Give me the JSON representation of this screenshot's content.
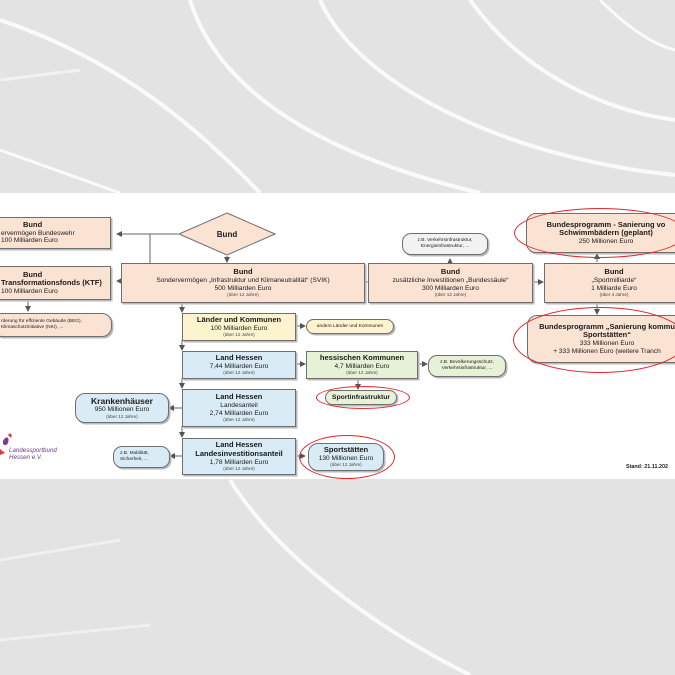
{
  "colors": {
    "peach": "#fbe3d3",
    "yellow": "#fcf3cf",
    "blue": "#d9ebf4",
    "green": "#e6f1d7",
    "highlight_red": "#e3262d"
  },
  "diagram": {
    "top": {
      "title": "Bund"
    },
    "svik": {
      "title": "Bund",
      "name": "Sondervermögen „Infrastruktur und Klimaneutralität“ (SVIK)",
      "amount": "500 Milliarden Euro",
      "period": "(über 12 Jahre)"
    },
    "bundeswehr": {
      "title": "Bund",
      "name": "ervermögen Bundeswehr",
      "amount": "100 Milliarden Euro"
    },
    "ktf": {
      "title": "Bund",
      "name": "Transformationsfonds (KTF)",
      "amount": "100 Milliarden Euro"
    },
    "ktf_note": {
      "line1": "rderung für effiziente Gebäude (BEG),",
      "line2": "Klimaschutzinitiative (NKI), ..."
    },
    "bundessaeule": {
      "title": "Bund",
      "name": "zusätzliche Investitionen „Bundessäule“",
      "amount": "300 Milliarden Euro",
      "period": "(über 12 Jahre)"
    },
    "bundessaeule_note": {
      "line1": "z.B. Verkehrsinfrastruktur,",
      "line2": "Energieinfrastruktur, ..."
    },
    "sportmilliarde": {
      "title": "Bund",
      "name": "„Sportmilliarde“",
      "amount": "1 Milliarde Euro",
      "period": "(über 4 Jahre)"
    },
    "schwimmbaeder": {
      "line1": "Bundesprogramm - Sanierung vo",
      "line2": "Schwimmbädern (geplant)",
      "amount": "250 Millionen Euro"
    },
    "sportstaetten_bund": {
      "line1": "Bundesprogramm „Sanierung kommu",
      "line2": "Sportstätten“",
      "amount": "333 Millionen Euro",
      "extra": "+ 333 Millionen Euro (weitere Tranch"
    },
    "laender": {
      "title": "Länder und Kommunen",
      "amount": "100 Milliarden Euro",
      "period": "(über 12 Jahre)"
    },
    "laender_note": {
      "text": "andere Länder und Kommunen"
    },
    "land_hessen": {
      "title": "Land Hessen",
      "amount": "7,44 Milliarden Euro",
      "period": "(über 12 Jahre)"
    },
    "kommunen": {
      "title": "hessischen Kommunen",
      "amount": "4,7 Milliarden Euro",
      "period": "(über 12 Jahre)"
    },
    "kommunen_note": {
      "line1": "z.B. Bevölkerungsschutz,",
      "line2": "Verkehrsinfrastruktur, ..."
    },
    "sportinfrastruktur": {
      "title": "Sportinfrastruktur"
    },
    "landesanteil": {
      "title": "Land Hessen",
      "name": "Landesanteil",
      "amount": "2,74 Milliarden Euro",
      "period": "(über 12 Jahre)"
    },
    "krankenhaeuser": {
      "title": "Krankenhäuser",
      "amount": "950 Millionen Euro",
      "period": "(über 12 Jahre)"
    },
    "lia": {
      "title": "Land Hessen",
      "name": "Landesinvestitionsanteil",
      "amount": "1,78 Milliarden Euro",
      "period": "(über 12 Jahre)"
    },
    "lia_note": {
      "line1": "z.B. Mobilität,",
      "line2": "Sicherheit, ..."
    },
    "sportstaetten": {
      "title": "Sportstätten",
      "amount": "130 Millionen Euro",
      "period": "(über 12 Jahre)"
    },
    "logo": {
      "line1": "Landessportbund",
      "line2": "Hessen e.V."
    },
    "stand": "Stand: 21.11.202"
  }
}
